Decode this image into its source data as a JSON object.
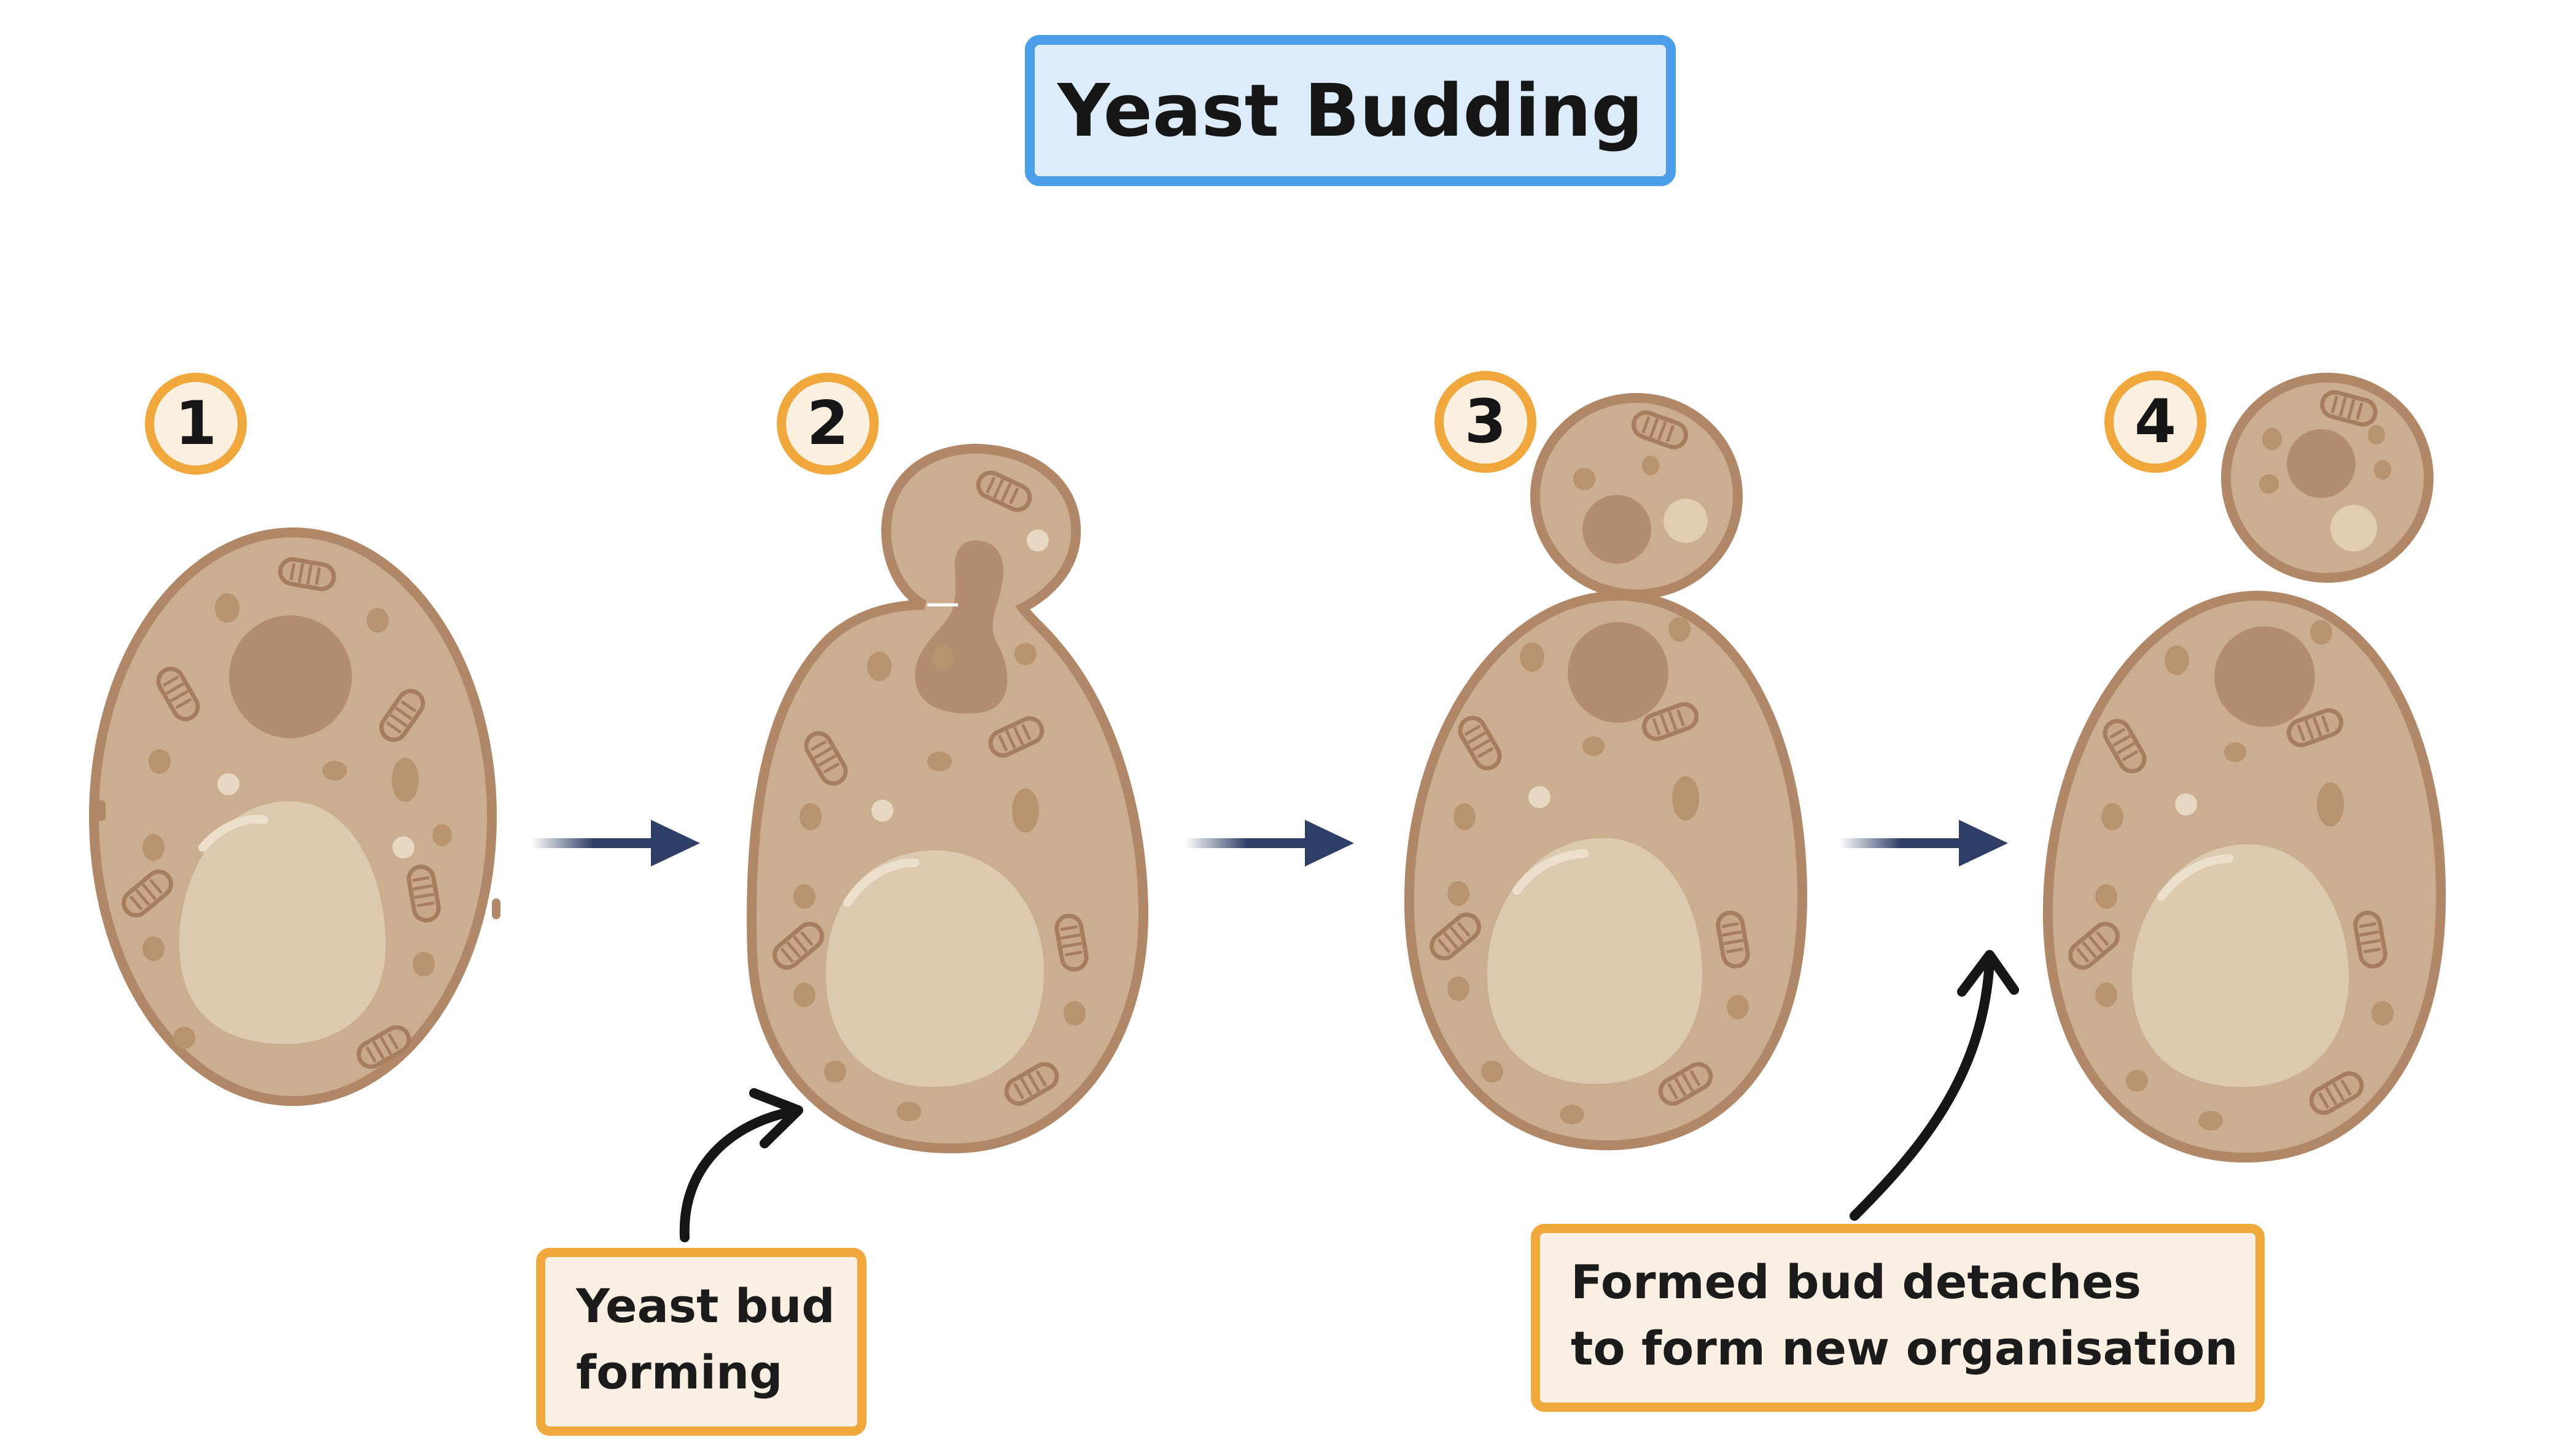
{
  "title": "Yeast Budding",
  "steps": [
    {
      "number": "1"
    },
    {
      "number": "2"
    },
    {
      "number": "3"
    },
    {
      "number": "4"
    }
  ],
  "labels": {
    "bud_forming": {
      "line1": "Yeast bud",
      "line2": "forming"
    },
    "bud_detaches": {
      "line1": "Formed bud detaches",
      "line2": "to form new organisation"
    }
  },
  "colors": {
    "cell_fill": "#cbae8f",
    "cell_outline": "#b08867",
    "nucleus": "#b38e6e",
    "vacuole": "#dccab0",
    "arrow": "#2f3e66",
    "accent_orange": "#f0a73c",
    "title_border": "#4a9fe8"
  }
}
